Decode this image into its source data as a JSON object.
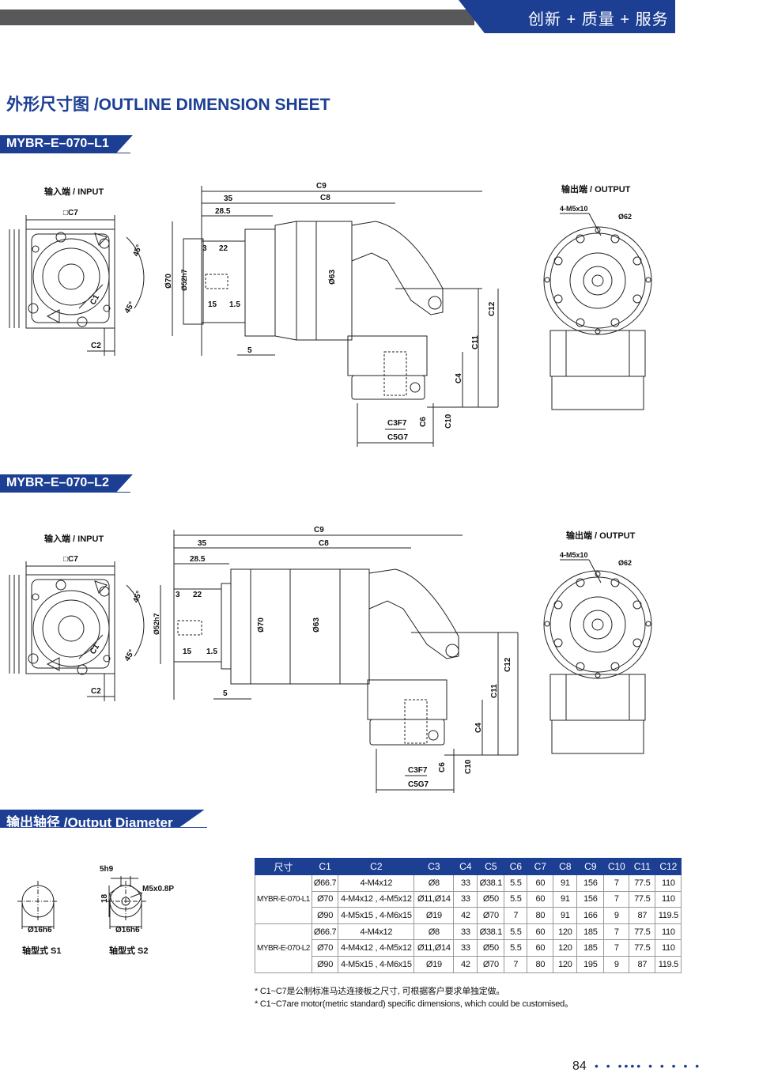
{
  "header": {
    "tagline": "创新 + 质量 + 服务"
  },
  "page_title": "外形尺寸图 /OUTLINE DIMENSION SHEET",
  "section1": {
    "model": "MYBR–E–070–L1",
    "input_label": "输入端 / INPUT",
    "output_label": "输出端 / OUTPUT",
    "dims": {
      "c7": "□C7",
      "c2": "C2",
      "c1": "C1",
      "a45a": "45°",
      "a45b": "45°",
      "c9": "C9",
      "c8": "C8",
      "d35": "35",
      "d285": "28.5",
      "d3": "3",
      "d22": "22",
      "d15": "15",
      "d15b": "1.5",
      "d5": "5",
      "d70": "Ø70",
      "d52": "Ø52h7",
      "d63": "Ø63",
      "c12": "C12",
      "c11": "C11",
      "c4": "C4",
      "c3": "C3F7",
      "c6": "C6",
      "c10": "C10",
      "c5": "C5G7",
      "m5": "4-M5x10",
      "d62": "Ø62"
    }
  },
  "section2": {
    "model": "MYBR–E–070–L2",
    "input_label": "输入端 / INPUT",
    "output_label": "输出端 / OUTPUT",
    "dims": {
      "c7": "□C7",
      "c2": "C2",
      "c1": "C1",
      "a45a": "45°",
      "a45b": "45°",
      "c9": "C9",
      "c8": "C8",
      "d35": "35",
      "d285": "28.5",
      "d3": "3",
      "d22": "22",
      "d15": "15",
      "d15b": "1.5",
      "d5": "5",
      "d70": "Ø70",
      "d52": "Ø52h7",
      "d63": "Ø63",
      "c12": "C12",
      "c11": "C11",
      "c4": "C4",
      "c3": "C3F7",
      "c6": "C6",
      "c10": "C10",
      "c5": "C5G7",
      "m5": "4-M5x10",
      "d62": "Ø62"
    }
  },
  "shaft": {
    "title": "输出轴径 /Output Diameter",
    "s1_dia": "Ø16h6",
    "s1_label": "轴型式  S1",
    "s2_key": "5h9",
    "s2_height": "18",
    "s2_thread": "M5x0.8P",
    "s2_dia": "Ø16h6",
    "s2_label": "轴型式  S2"
  },
  "table": {
    "headers": [
      "尺寸",
      "C1",
      "C2",
      "C3",
      "C4",
      "C5",
      "C6",
      "C7",
      "C8",
      "C9",
      "C10",
      "C11",
      "C12"
    ],
    "groups": [
      {
        "model": "MYBR-E-070-L1",
        "rows": [
          [
            "Ø66.7",
            "4-M4x12",
            "Ø8",
            "33",
            "Ø38.1",
            "5.5",
            "60",
            "91",
            "156",
            "7",
            "77.5",
            "110"
          ],
          [
            "Ø70",
            "4-M4x12 , 4-M5x12",
            "Ø11,Ø14",
            "33",
            "Ø50",
            "5.5",
            "60",
            "91",
            "156",
            "7",
            "77.5",
            "110"
          ],
          [
            "Ø90",
            "4-M5x15 , 4-M6x15",
            "Ø19",
            "42",
            "Ø70",
            "7",
            "80",
            "91",
            "166",
            "9",
            "87",
            "119.5"
          ]
        ]
      },
      {
        "model": "MYBR-E-070-L2",
        "rows": [
          [
            "Ø66.7",
            "4-M4x12",
            "Ø8",
            "33",
            "Ø38.1",
            "5.5",
            "60",
            "120",
            "185",
            "7",
            "77.5",
            "110"
          ],
          [
            "Ø70",
            "4-M4x12 , 4-M5x12",
            "Ø11,Ø14",
            "33",
            "Ø50",
            "5.5",
            "60",
            "120",
            "185",
            "7",
            "77.5",
            "110"
          ],
          [
            "Ø90",
            "4-M5x15 , 4-M6x15",
            "Ø19",
            "42",
            "Ø70",
            "7",
            "80",
            "120",
            "195",
            "9",
            "87",
            "119.5"
          ]
        ]
      }
    ]
  },
  "notes": {
    "cn": "* C1~C7是公制标准马达连接板之尺寸, 可根据客户要求单独定做。",
    "en": "* C1~C7are motor(metric standard)  specific dimensions, which could be customised。"
  },
  "page_number": "84",
  "colors": {
    "brand": "#1c3f94",
    "bar": "#58585a",
    "line": "#222222"
  }
}
